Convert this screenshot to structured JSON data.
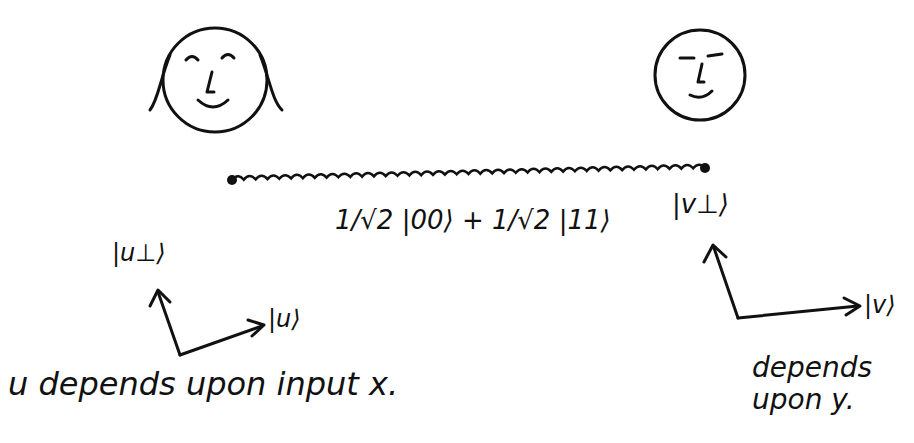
{
  "diagram": {
    "labels": [
      "1/√2 |00⟩ + 1/√2 |11⟩",
      "|v⊥⟩",
      "|u⊥⟩",
      "|u⟩",
      "|v⟩",
      "u depends upon input x.",
      "depends upon y."
    ]
  }
}
